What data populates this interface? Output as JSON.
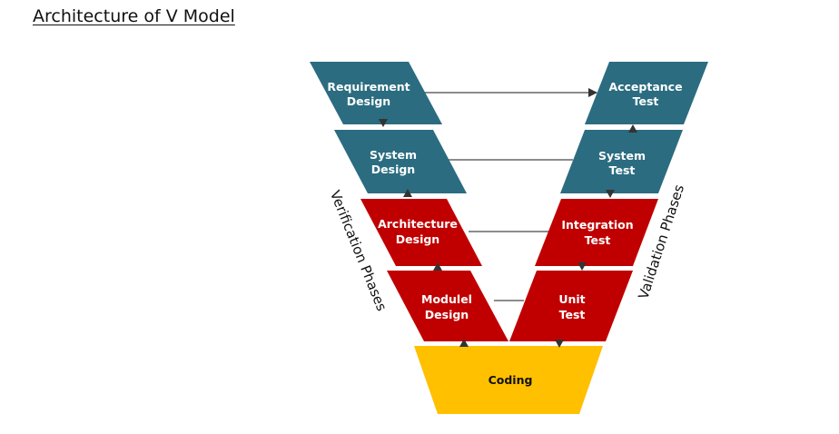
{
  "title": "Architecture of V Model",
  "colors": {
    "teal": "#2b6c80",
    "red": "#c00000",
    "yellow": "#ffc000",
    "connector": "#666666",
    "arrow": "#333333"
  },
  "verification_phases": {
    "label": "Verification Phases",
    "blocks": [
      {
        "line1": "Requirement",
        "line2": "Design"
      },
      {
        "line1": "System",
        "line2": "Design"
      },
      {
        "line1": "Architecture",
        "line2": "Design"
      },
      {
        "line1": "Modulel",
        "line2": "Design"
      }
    ]
  },
  "validation_phases": {
    "label": "Validation Phases",
    "blocks": [
      {
        "line1": "Acceptance",
        "line2": "Test"
      },
      {
        "line1": "System",
        "line2": "Test"
      },
      {
        "line1": "Integration",
        "line2": "Test"
      },
      {
        "line1": "Unit",
        "line2": "Test"
      }
    ]
  },
  "coding": {
    "label": "Coding"
  }
}
